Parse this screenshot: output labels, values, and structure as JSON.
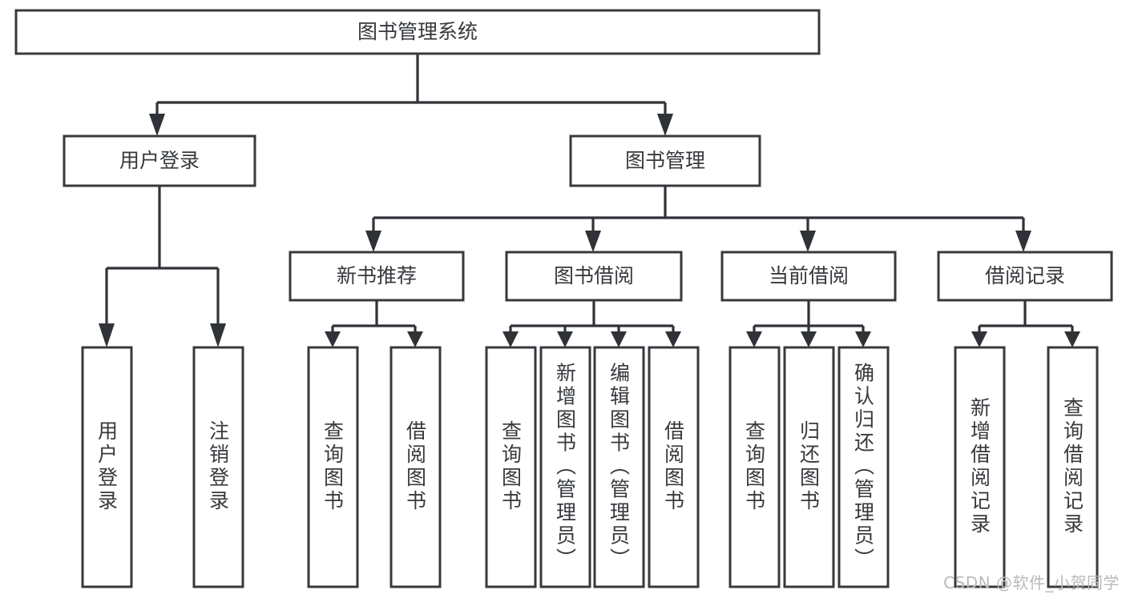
{
  "diagram": {
    "type": "tree-hierarchy",
    "orientation": "top-down",
    "title": "图书管理系统",
    "colors": {
      "background": "#ffffff",
      "box_border": "#36393d",
      "box_fill": "#ffffff",
      "connector": "#2f3236",
      "label_text": "#36393d",
      "watermark": "#b9b9b9"
    },
    "levels": {
      "root": {
        "id": "root",
        "label": "图书管理系统",
        "orientation": "horizontal"
      },
      "level2": [
        {
          "id": "user-login",
          "label": "用户登录",
          "orientation": "horizontal"
        },
        {
          "id": "book-management",
          "label": "图书管理",
          "orientation": "horizontal"
        }
      ],
      "level3": [
        {
          "id": "new-book-recommend",
          "label": "新书推荐",
          "orientation": "horizontal",
          "parent": "book-management"
        },
        {
          "id": "book-borrow",
          "label": "图书借阅",
          "orientation": "horizontal",
          "parent": "book-management"
        },
        {
          "id": "current-borrow",
          "label": "当前借阅",
          "orientation": "horizontal",
          "parent": "book-management"
        },
        {
          "id": "borrow-record",
          "label": "借阅记录",
          "orientation": "horizontal",
          "parent": "book-management"
        }
      ],
      "leaves": [
        {
          "id": "leaf-user-login",
          "label": "用户登录",
          "orientation": "vertical",
          "parent": "user-login"
        },
        {
          "id": "leaf-logout-login",
          "label": "注销登录",
          "orientation": "vertical",
          "parent": "user-login"
        },
        {
          "id": "leaf-query-book-1",
          "label": "查询图书",
          "orientation": "vertical",
          "parent": "new-book-recommend"
        },
        {
          "id": "leaf-borrow-book-1",
          "label": "借阅图书",
          "orientation": "vertical",
          "parent": "new-book-recommend"
        },
        {
          "id": "leaf-query-book-2",
          "label": "查询图书",
          "orientation": "vertical",
          "parent": "book-borrow"
        },
        {
          "id": "leaf-add-book-admin",
          "label": "新增图书（管理员）",
          "orientation": "vertical",
          "parent": "book-borrow"
        },
        {
          "id": "leaf-edit-book-admin",
          "label": "编辑图书（管理员）",
          "orientation": "vertical",
          "parent": "book-borrow"
        },
        {
          "id": "leaf-borrow-book-2",
          "label": "借阅图书",
          "orientation": "vertical",
          "parent": "book-borrow"
        },
        {
          "id": "leaf-query-book-3",
          "label": "查询图书",
          "orientation": "vertical",
          "parent": "current-borrow"
        },
        {
          "id": "leaf-return-book",
          "label": "归还图书",
          "orientation": "vertical",
          "parent": "current-borrow"
        },
        {
          "id": "leaf-confirm-return-admin",
          "label": "确认归还（管理员）",
          "orientation": "vertical",
          "parent": "current-borrow"
        },
        {
          "id": "leaf-add-borrow-record",
          "label": "新增借阅记录",
          "orientation": "vertical",
          "parent": "borrow-record"
        },
        {
          "id": "leaf-query-borrow-record",
          "label": "查询借阅记录",
          "orientation": "vertical",
          "parent": "borrow-record"
        }
      ]
    }
  },
  "watermark": {
    "text": "CSDN @软件_小贺同学"
  }
}
